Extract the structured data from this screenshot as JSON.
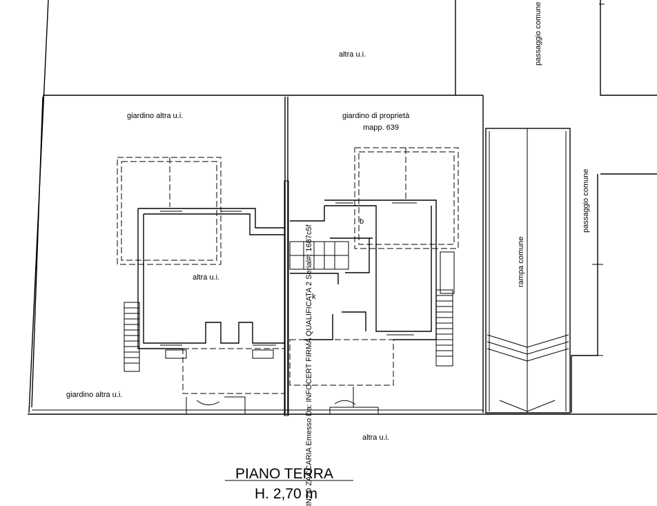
{
  "plan": {
    "labels": {
      "altra_top": "altra u.i.",
      "passaggio_top": "passaggio comune",
      "giardino_altra_left": "giardino altra u.i.",
      "giardino_prop": "giardino di proprietà",
      "mapp": "mapp. 639",
      "passaggio_right": "passaggio comune",
      "altra_center": "altra u.i.",
      "b": "b",
      "k": "k",
      "rampa": "rampa comune",
      "giardino_altra_bottom": "giardino altra u.i.",
      "altra_bottom": "altra u.i."
    },
    "title": "PIANO TERRA",
    "height": "H. 2,70 m",
    "watermark": "INZO ZACCARIA Emesso Da: INFOCERT FIRMA QUALIFICATA 2 Serial#: 1687c5f"
  }
}
